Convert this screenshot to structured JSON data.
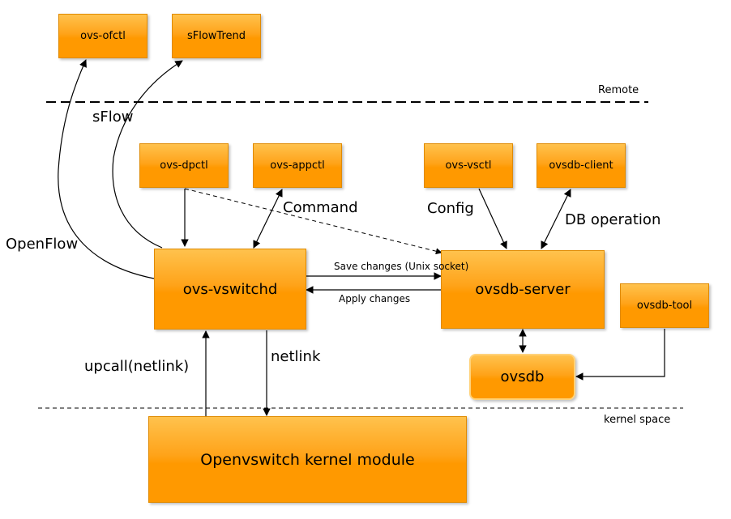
{
  "boxes": {
    "ovs_ofctl": "ovs-ofctl",
    "sflowtrend": "sFlowTrend",
    "ovs_dpctl": "ovs-dpctl",
    "ovs_appctl": "ovs-appctl",
    "ovs_vsctl": "ovs-vsctl",
    "ovsdb_client": "ovsdb-client",
    "ovs_vswitchd": "ovs-vswitchd",
    "ovsdb_server": "ovsdb-server",
    "ovsdb_tool": "ovsdb-tool",
    "ovsdb": "ovsdb",
    "kernel_module": "Openvswitch kernel module"
  },
  "labels": {
    "remote": "Remote",
    "kernel_space": "kernel space",
    "sflow": "sFlow",
    "openflow": "OpenFlow",
    "command": "Command",
    "config": "Config",
    "db_operation": "DB operation",
    "save_changes": "Save changes (Unix socket)",
    "apply_changes": "Apply changes",
    "upcall": "upcall(netlink)",
    "netlink": "netlink"
  },
  "colors": {
    "box_fill": "#ff9900",
    "box_highlight": "#ffc24d",
    "line": "#000000"
  }
}
